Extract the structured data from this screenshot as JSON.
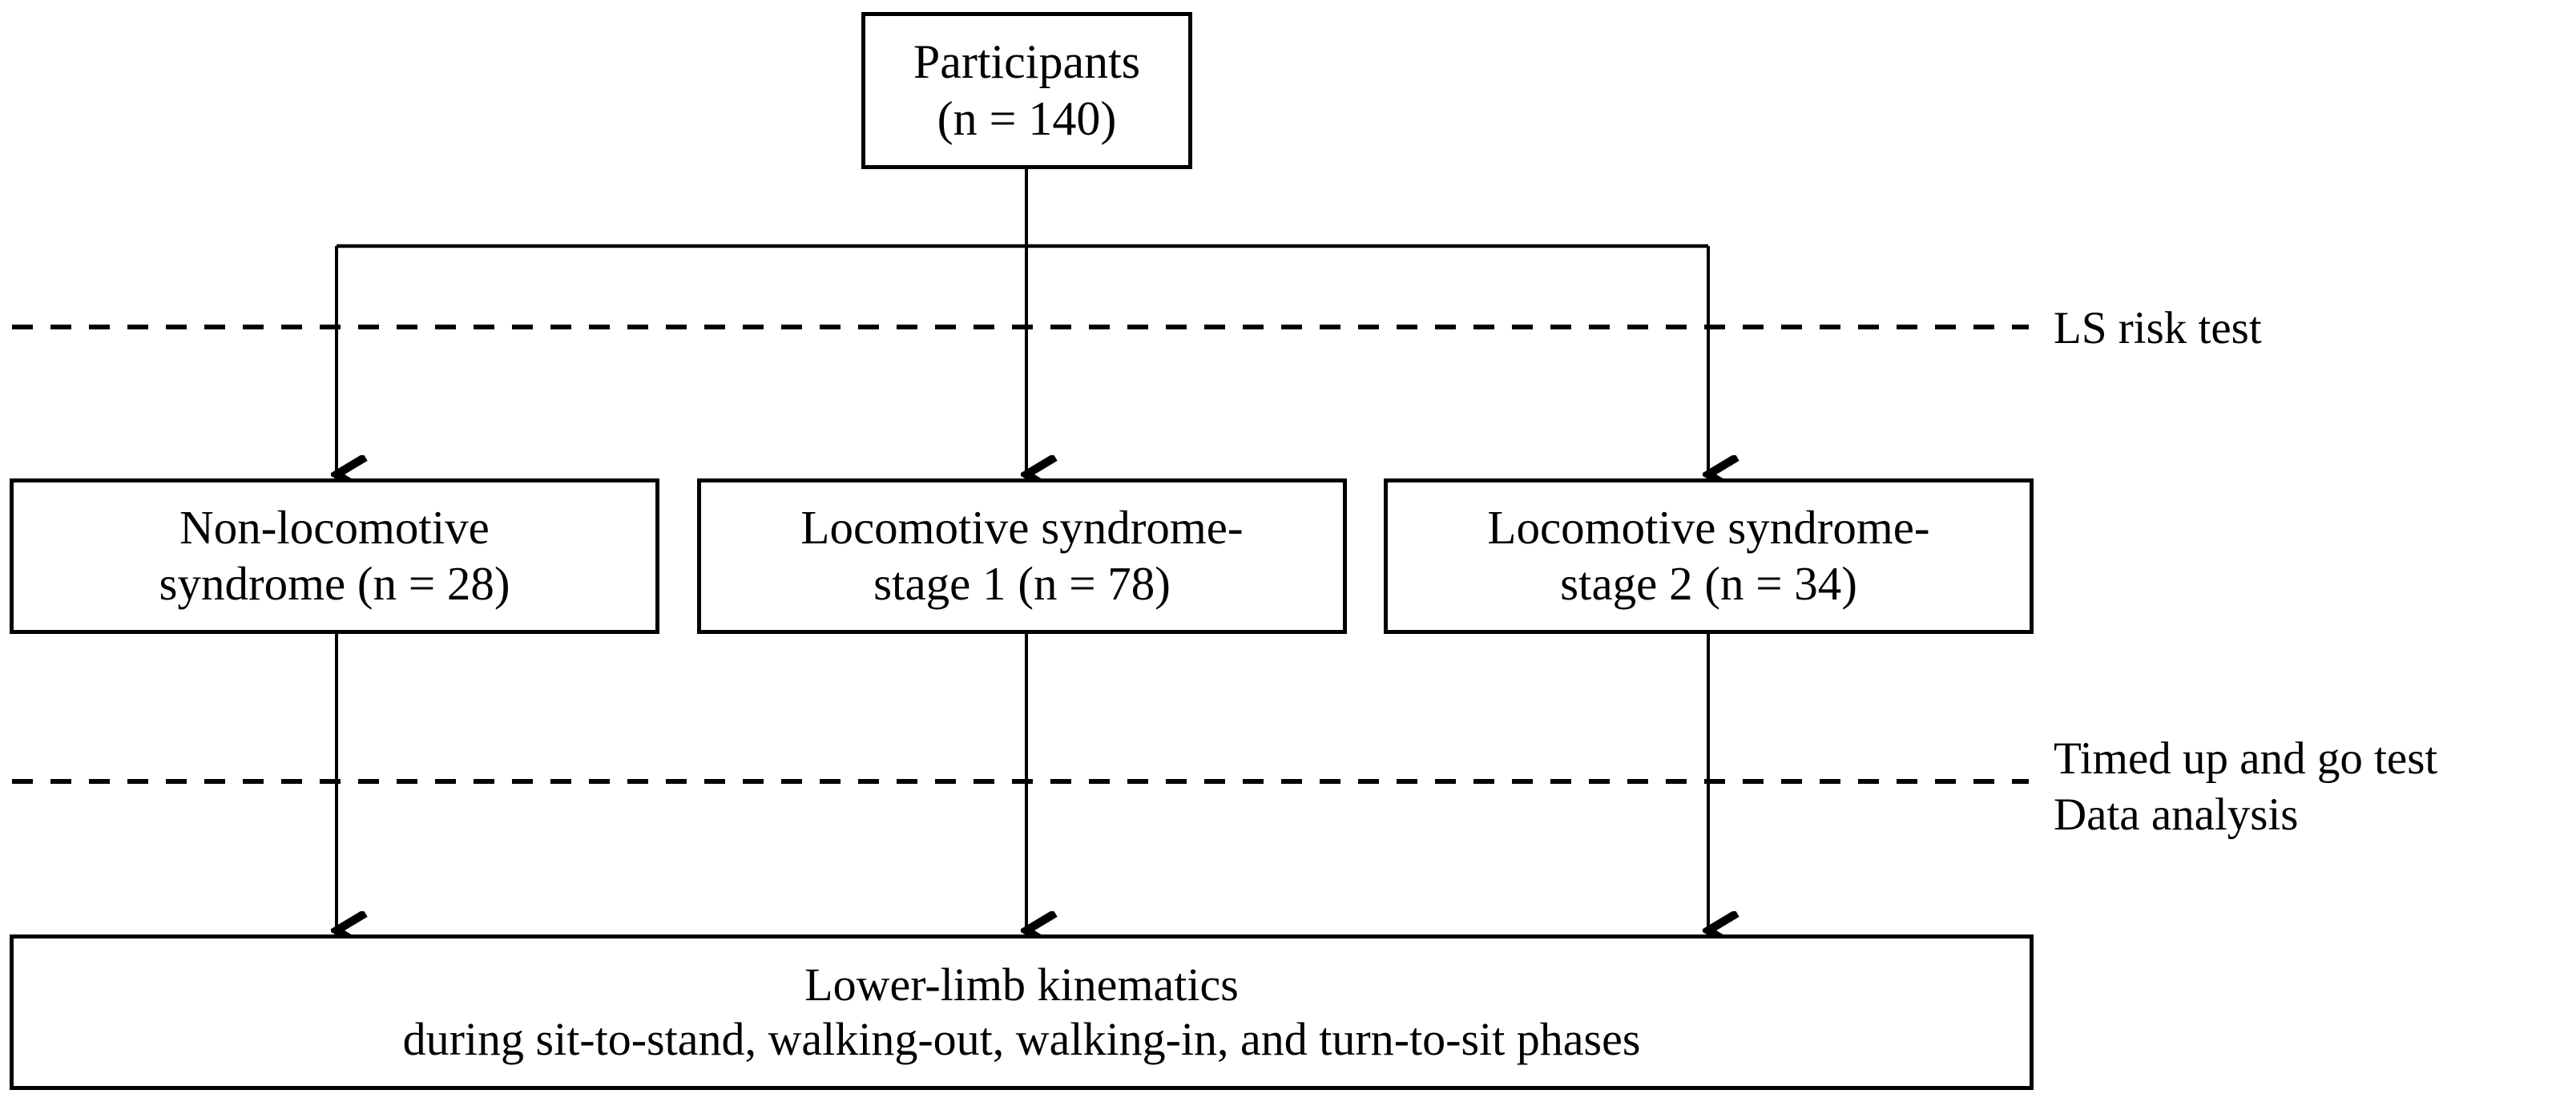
{
  "diagram": {
    "type": "flowchart",
    "title": "Participant flow diagram",
    "orientation": "top-down",
    "colors": {
      "background": "#ffffff",
      "stroke": "#000000",
      "text": "#000000",
      "box_fill": "#ffffff"
    },
    "nodes": [
      {
        "id": "participants",
        "label": "Participants\n(n = 140)",
        "n": 140,
        "level": 0
      },
      {
        "id": "non-locomotive-syndrome",
        "label": "Non-locomotive\nsyndrome (n = 28)",
        "n": 28,
        "level": 1
      },
      {
        "id": "locomotive-syndrome-stage-1",
        "label": "Locomotive syndrome-\nstage 1 (n = 78)",
        "n": 78,
        "level": 1
      },
      {
        "id": "locomotive-syndrome-stage-2",
        "label": "Locomotive syndrome-\nstage 2 (n = 34)",
        "n": 34,
        "level": 1
      },
      {
        "id": "outcome",
        "label": "Lower-limb kinematics\nduring sit-to-stand, walking-out, walking-in, and turn-to-sit phases",
        "level": 2
      }
    ],
    "phase_labels": [
      {
        "id": "ls-risk-test",
        "text": "LS risk test"
      },
      {
        "id": "timed-up-and-go-test-data-analysis",
        "text": "Timed up and go test\nData analysis"
      }
    ],
    "edges": [
      {
        "from": "participants",
        "to": "non-locomotive-syndrome",
        "style": "solid-arrow"
      },
      {
        "from": "participants",
        "to": "locomotive-syndrome-stage-1",
        "style": "solid-arrow"
      },
      {
        "from": "participants",
        "to": "locomotive-syndrome-stage-2",
        "style": "solid-arrow"
      },
      {
        "from": "non-locomotive-syndrome",
        "to": "outcome",
        "style": "solid-arrow"
      },
      {
        "from": "locomotive-syndrome-stage-1",
        "to": "outcome",
        "style": "solid-arrow"
      },
      {
        "from": "locomotive-syndrome-stage-2",
        "to": "outcome",
        "style": "solid-arrow"
      }
    ],
    "separators": [
      {
        "id": "separator-ls-risk-test",
        "style": "dashed"
      },
      {
        "id": "separator-tug-data-analysis",
        "style": "dashed"
      }
    ]
  }
}
